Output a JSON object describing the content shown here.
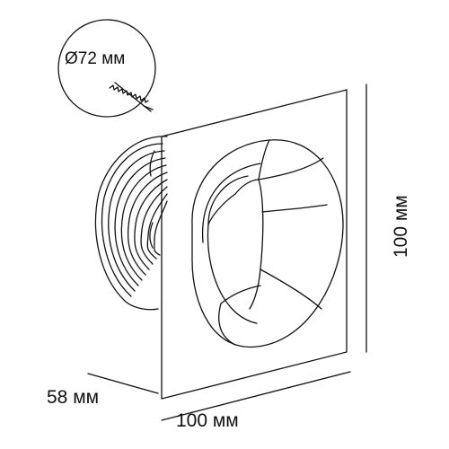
{
  "dimensions": {
    "cutout": "Ø72 мм",
    "depth": "58 мм",
    "width": "100 мм",
    "height": "100 мм"
  },
  "colors": {
    "stroke": "#111111",
    "background": "#ffffff"
  },
  "icons": {
    "saw": "hand-saw-icon"
  }
}
